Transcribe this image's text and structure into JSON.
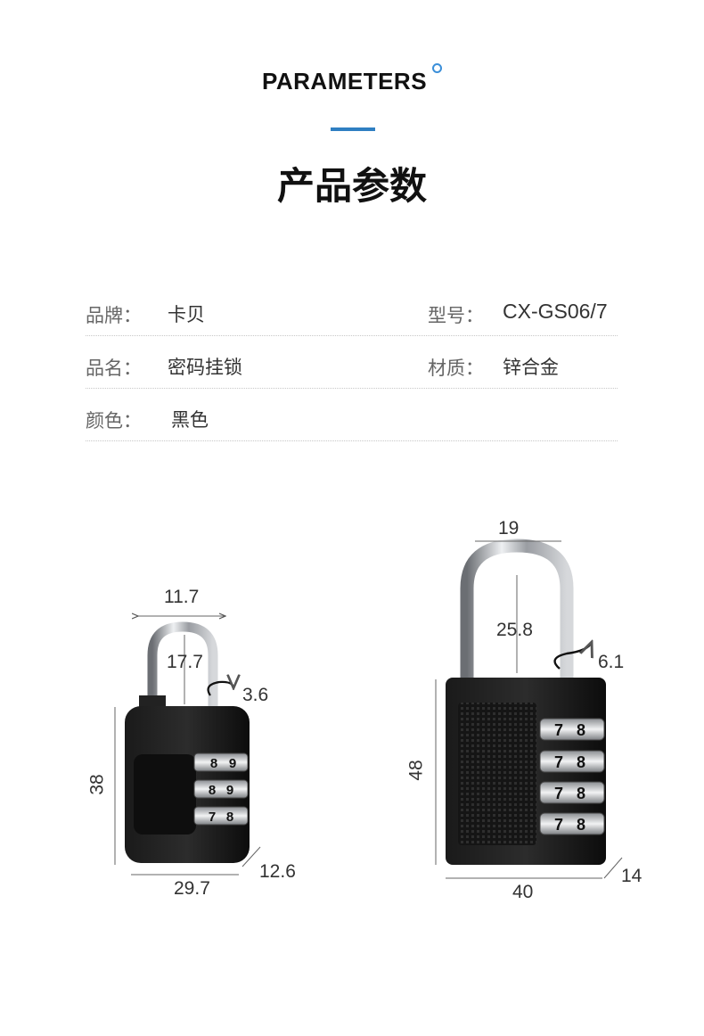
{
  "header": {
    "title_en": "PARAMETERS",
    "title_cn": "产品参数",
    "accent_color": "#2f7fc2"
  },
  "params": [
    {
      "left_label": "品牌：",
      "left_value": "卡贝",
      "right_label": "型号：",
      "right_value": "CX-GS06/7"
    },
    {
      "left_label": "品名：",
      "left_value": "密码挂锁",
      "right_label": "材质：",
      "right_value": "锌合金"
    },
    {
      "left_label": "颜色：",
      "left_value": "黑色"
    }
  ],
  "lock_small": {
    "shackle_width": "11.7",
    "shackle_height": "17.7",
    "shackle_diameter": "3.6",
    "body_height": "38",
    "body_width": "29.7",
    "body_depth": "12.6",
    "dials": [
      [
        "8",
        "9"
      ],
      [
        "8",
        "9"
      ],
      [
        "7",
        "8"
      ]
    ]
  },
  "lock_large": {
    "shackle_width": "19",
    "shackle_height": "25.8",
    "shackle_diameter": "6.1",
    "body_height": "48",
    "body_width": "40",
    "body_depth": "14",
    "dials": [
      [
        "7",
        "8"
      ],
      [
        "7",
        "8"
      ],
      [
        "7",
        "8"
      ],
      [
        "7",
        "8"
      ]
    ]
  }
}
